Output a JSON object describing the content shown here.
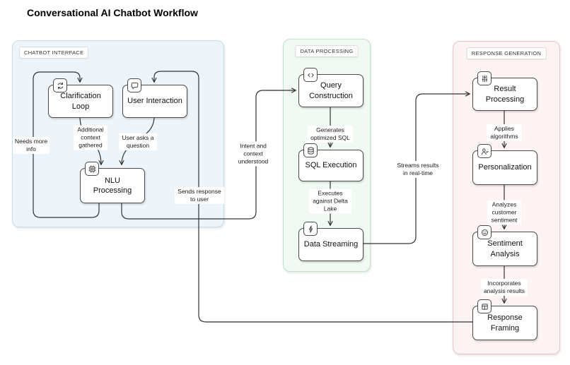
{
  "title": "Conversational AI Chatbot Workflow",
  "groups": {
    "chatbot_interface": {
      "label": "CHATBOT INTERFACE"
    },
    "data_processing": {
      "label": "DATA PROCESSING"
    },
    "response_generation": {
      "label": "RESPONSE GENERATION"
    }
  },
  "nodes": {
    "clarification_loop": {
      "label": "Clarification Loop",
      "icon": "repeat-icon"
    },
    "user_interaction": {
      "label": "User Interaction",
      "icon": "chat-bubble-icon"
    },
    "nlu_processing": {
      "label": "NLU Processing",
      "icon": "cpu-icon"
    },
    "query_construction": {
      "label": "Query Construction",
      "icon": "code-icon"
    },
    "sql_execution": {
      "label": "SQL Execution",
      "icon": "database-icon"
    },
    "data_streaming": {
      "label": "Data Streaming",
      "icon": "bolt-icon"
    },
    "result_processing": {
      "label": "Result Processing",
      "icon": "sliders-icon"
    },
    "personalization": {
      "label": "Personalization",
      "icon": "user-check-icon"
    },
    "sentiment_analysis": {
      "label": "Sentiment Analysis",
      "icon": "smiley-icon"
    },
    "response_framing": {
      "label": "Response Framing",
      "icon": "layout-icon"
    }
  },
  "edges": {
    "needs_more_info": {
      "label": "Needs more info",
      "from": "nlu_processing",
      "to": "clarification_loop"
    },
    "additional_context": {
      "label": "Additional context gathered",
      "from": "clarification_loop",
      "to": "nlu_processing"
    },
    "user_asks": {
      "label": "User asks a question",
      "from": "user_interaction",
      "to": "nlu_processing"
    },
    "intent_understood": {
      "label": "Intent and context understood",
      "from": "nlu_processing",
      "to": "query_construction"
    },
    "sends_response": {
      "label": "Sends response to user",
      "from": "response_framing",
      "to": "user_interaction"
    },
    "generates_sql": {
      "label": "Generates optimized SQL",
      "from": "query_construction",
      "to": "sql_execution"
    },
    "executes_delta": {
      "label": "Executes against Delta Lake",
      "from": "sql_execution",
      "to": "data_streaming"
    },
    "streams_results": {
      "label": "Streams results in real-time",
      "from": "data_streaming",
      "to": "result_processing"
    },
    "applies_algorithms": {
      "label": "Applies algorithms",
      "from": "result_processing",
      "to": "personalization"
    },
    "analyzes_sentiment": {
      "label": "Analyzes customer sentiment",
      "from": "personalization",
      "to": "sentiment_analysis"
    },
    "incorporates_results": {
      "label": "Incorporates analysis results",
      "from": "sentiment_analysis",
      "to": "response_framing"
    }
  },
  "colors": {
    "chatbot_container_fill": "#edf5fa",
    "chatbot_container_border": "#c3dded",
    "data_container_fill": "#f0faf2",
    "data_container_border": "#c0e3c8",
    "response_container_fill": "#fdf3f3",
    "response_container_border": "#eac6c6",
    "node_border": "#4a4a4a",
    "edge_color": "#333333"
  }
}
